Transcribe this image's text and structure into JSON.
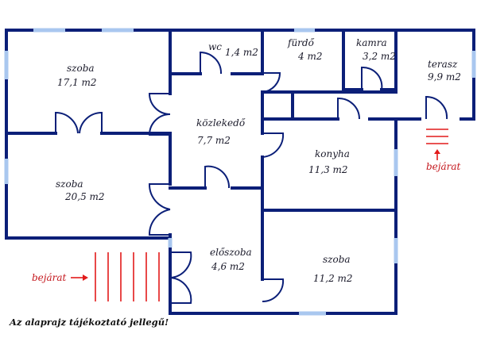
{
  "rooms": {
    "szoba1": {
      "name": "szoba",
      "area": "17,1 m2"
    },
    "szoba2": {
      "name": "szoba",
      "area": "20,5 m2"
    },
    "wc": {
      "name": "wc",
      "area": "1,4 m2"
    },
    "furdo": {
      "name": "fürdő",
      "area": "4 m2"
    },
    "kamra": {
      "name": "kamra",
      "area": "3,2 m2"
    },
    "terasz": {
      "name": "terasz",
      "area": "9,9 m2"
    },
    "kozlekedo": {
      "name": "közlekedő",
      "area": "7,7 m2"
    },
    "konyha": {
      "name": "konyha",
      "area": "11,3 m2"
    },
    "eloszoba": {
      "name": "előszoba",
      "area": "4,6 m2"
    },
    "szoba3": {
      "name": "szoba",
      "area": "11,2 m2"
    }
  },
  "entrances": {
    "right": "bejárat",
    "left": "bejárat"
  },
  "note": "Az alaprajz tájékoztató jellegű!",
  "colors": {
    "wall": "#0b1f78",
    "window": "#a9c7ef",
    "entrance": "#e21a1a"
  }
}
